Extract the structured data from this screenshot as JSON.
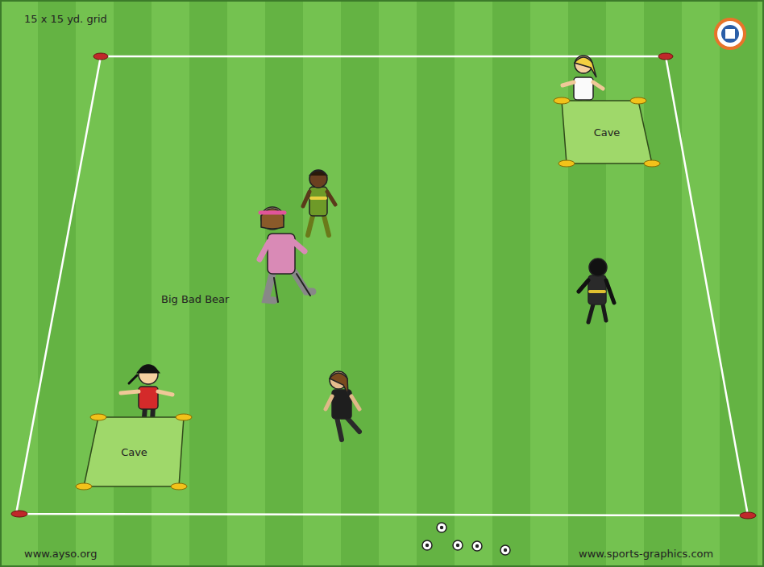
{
  "diagram": {
    "nodes": [
      {
        "text": [
          "Cave"
        ]
      },
      {
        "text": [
          "Cave"
        ]
      }
    ],
    "labels": [
      "15 x 15 yd. grid",
      "Big Bad Bear",
      "www.ayso.org",
      "www.sports-graphics.com"
    ]
  }
}
